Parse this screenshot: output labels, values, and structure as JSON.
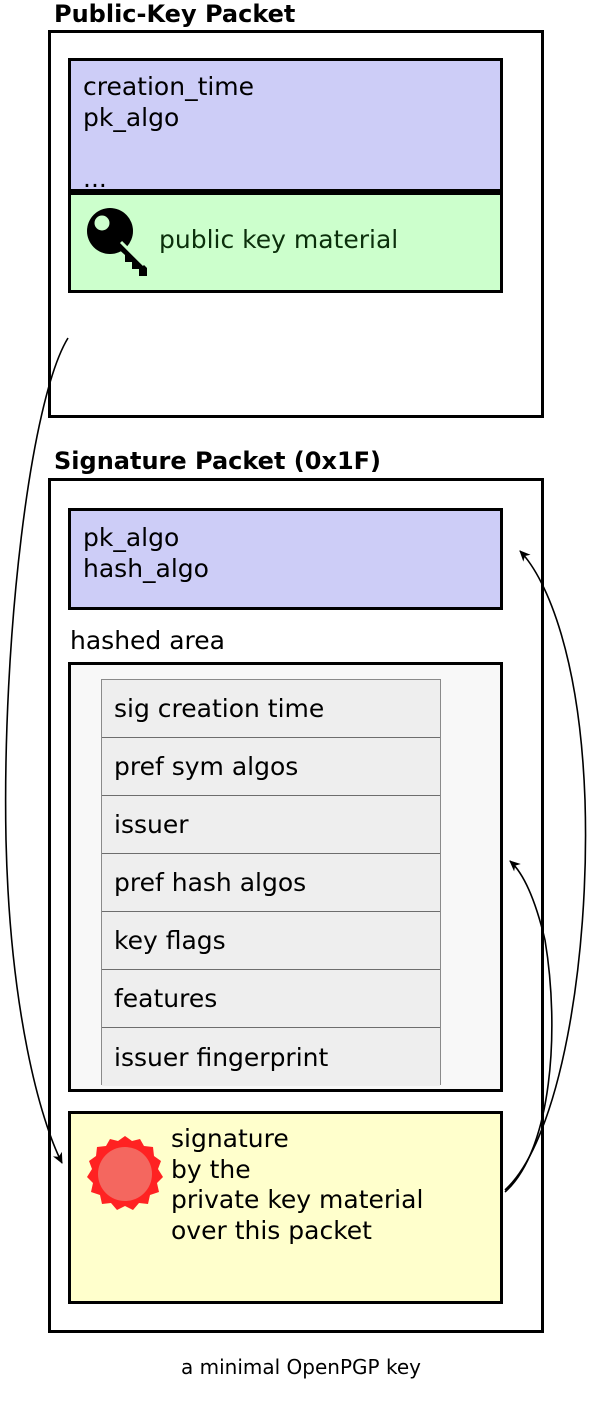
{
  "caption": "a minimal OpenPGP key",
  "colors": {
    "lavender": "#cdcdf7",
    "green": "#ccffcc",
    "yellow": "#ffffcc",
    "row_gray": "#eeeeee",
    "frame_black": "#000000",
    "seal_red_outer": "#ff2222",
    "seal_red_inner": "#f4675f"
  },
  "packets": [
    {
      "title": "Public-Key Packet",
      "fields": {
        "meta_lines": [
          "creation_time",
          "pk_algo",
          "",
          "..."
        ],
        "meta_text": "creation_time\npk_algo\n\n...",
        "key_material_label": "public key material",
        "key_icon": "key-icon"
      }
    },
    {
      "title": "Signature Packet (0x1F)",
      "fields": {
        "algo_lines": [
          "pk_algo",
          "hash_algo"
        ],
        "algo_text": "pk_algo\nhash_algo",
        "hashed_area_label": "hashed area",
        "hashed_subpackets": [
          "sig creation time",
          "pref sym algos",
          "issuer",
          "pref hash algos",
          "key flags",
          "features",
          "issuer fingerprint"
        ],
        "signature_lines": [
          "signature",
          "by the",
          "private key material",
          "over this packet"
        ],
        "signature_text": "signature\nby the\nprivate key material\nover this packet",
        "seal_icon": "wax-seal-icon"
      }
    }
  ],
  "arrows": [
    {
      "name": "arrow-public-key-to-signature",
      "from": "public-key-packet",
      "to": "signature-blob"
    },
    {
      "name": "arrow-signature-to-algo-fields",
      "from": "signature-blob",
      "to": "signature-algo-box"
    },
    {
      "name": "arrow-signature-to-hashed-area",
      "from": "signature-blob",
      "to": "hashed-area"
    }
  ]
}
